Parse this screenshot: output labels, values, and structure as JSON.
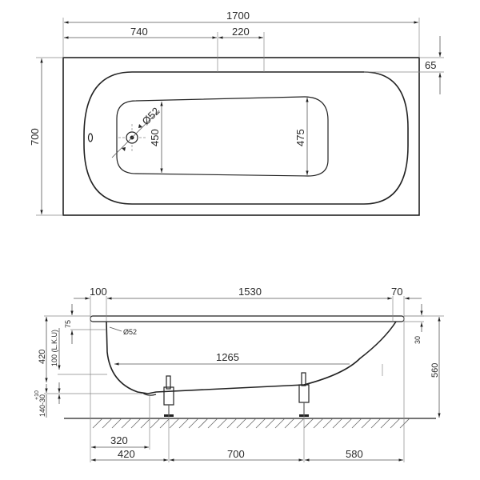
{
  "top_view": {
    "overall_length": "1700",
    "offset_left": "740",
    "offset_mid": "220",
    "rim_width": "65",
    "overall_width": "700",
    "drain_diameter": "Ø52",
    "inner_width_head": "450",
    "inner_width_foot": "475"
  },
  "side_view": {
    "rim_left": "100",
    "inner_length": "1530",
    "rim_right": "70",
    "rim_thickness_label": "75",
    "overflow_diameter": "Ø52",
    "bottom_length": "1265",
    "depth": "420",
    "depth_note": "100 (L.K.U)",
    "foot_height": "140-30",
    "foot_tolerance": "+10",
    "rim_drop": "30",
    "total_height": "560",
    "drain_offset": "320",
    "foot_left_offset": "420",
    "foot_spacing": "700",
    "foot_right_offset": "580"
  },
  "colors": {
    "line": "#222222",
    "dim_line": "#555555",
    "background": "#ffffff"
  }
}
